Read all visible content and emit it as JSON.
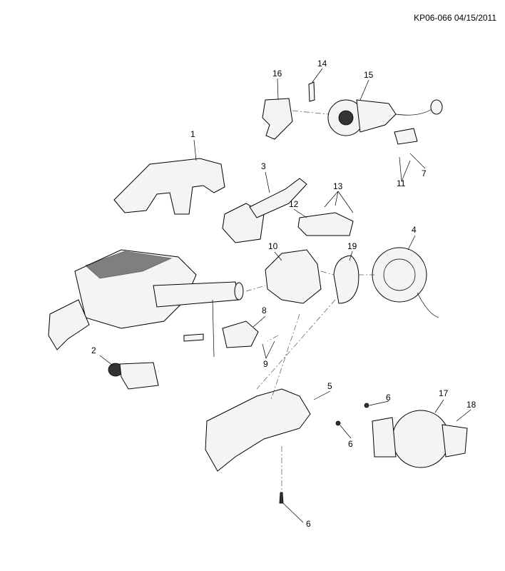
{
  "header": {
    "drawing_id": "KP06-066 04/15/2011"
  },
  "callouts": [
    {
      "id": "1",
      "label": "1"
    },
    {
      "id": "2",
      "label": "2"
    },
    {
      "id": "3",
      "label": "3"
    },
    {
      "id": "4",
      "label": "4"
    },
    {
      "id": "5",
      "label": "5"
    },
    {
      "id": "6a",
      "label": "6"
    },
    {
      "id": "6b",
      "label": "6"
    },
    {
      "id": "6c",
      "label": "6"
    },
    {
      "id": "7",
      "label": "7"
    },
    {
      "id": "8",
      "label": "8"
    },
    {
      "id": "9",
      "label": "9"
    },
    {
      "id": "10",
      "label": "10"
    },
    {
      "id": "11",
      "label": "11"
    },
    {
      "id": "12",
      "label": "12"
    },
    {
      "id": "13",
      "label": "13"
    },
    {
      "id": "14",
      "label": "14"
    },
    {
      "id": "15",
      "label": "15"
    },
    {
      "id": "16",
      "label": "16"
    },
    {
      "id": "17",
      "label": "17"
    },
    {
      "id": "18",
      "label": "18"
    },
    {
      "id": "19",
      "label": "19"
    }
  ]
}
